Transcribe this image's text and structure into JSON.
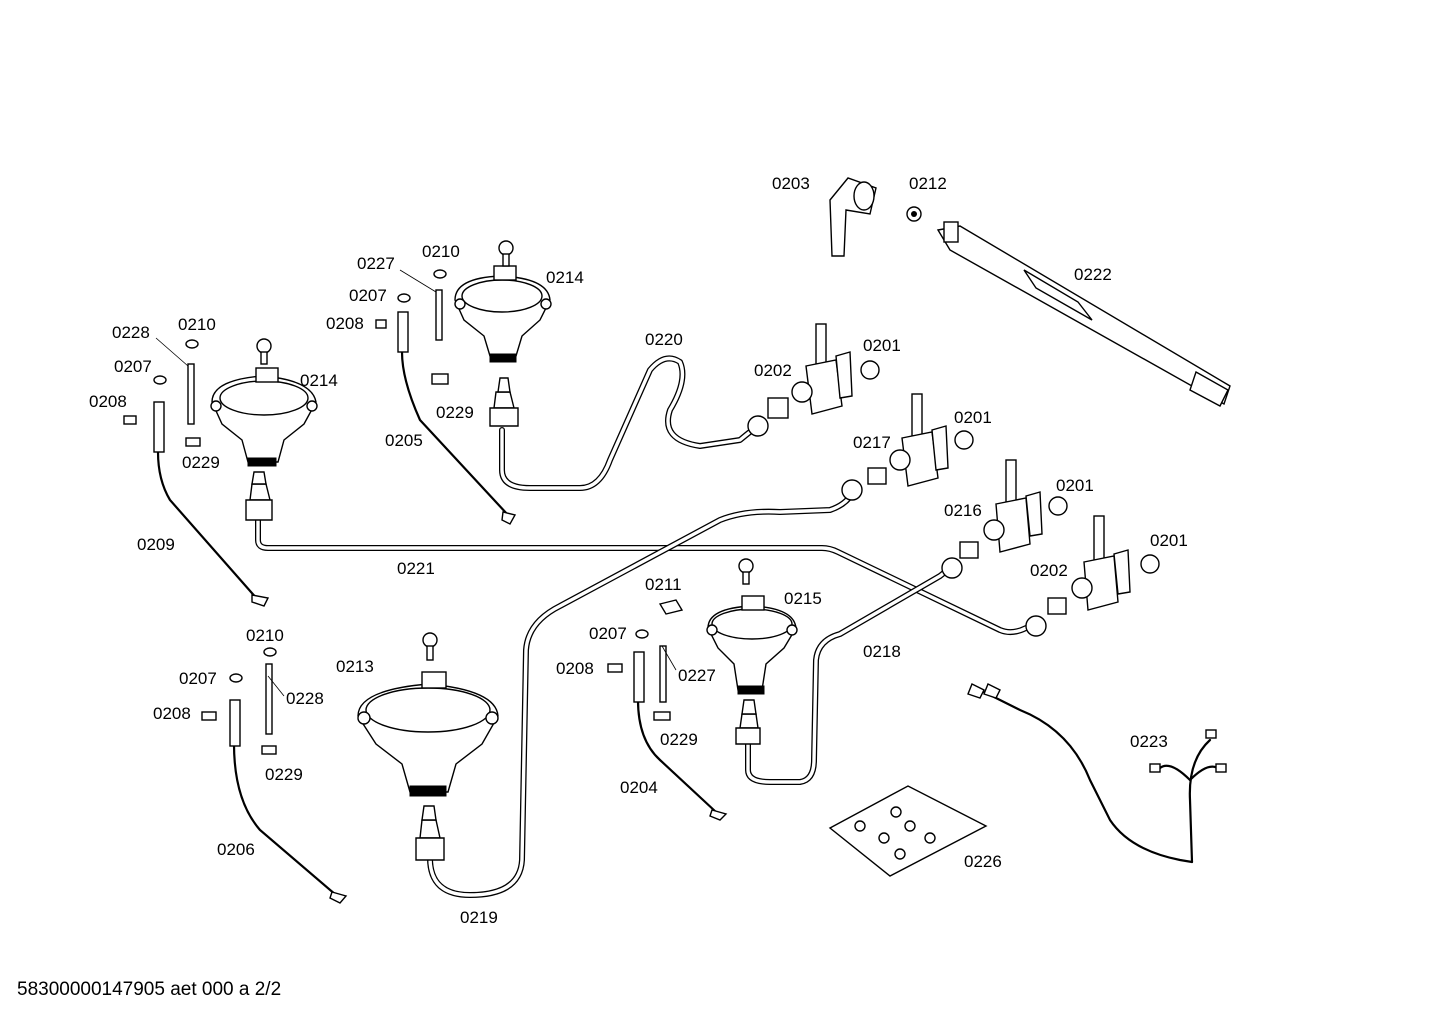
{
  "labels": {
    "l0203": "0203",
    "l0212": "0212",
    "l0222": "0222",
    "l0227a": "0227",
    "l0210a": "0210",
    "l0214a": "0214",
    "l0207a": "0207",
    "l0208a": "0208",
    "l0229a": "0229",
    "l0205": "0205",
    "l0220": "0220",
    "l0202a": "0202",
    "l0201a": "0201",
    "l0228a": "0228",
    "l0210b": "0210",
    "l0207b": "0207",
    "l0208b": "0208",
    "l0214b": "0214",
    "l0229b": "0229",
    "l0209": "0209",
    "l0217": "0217",
    "l0201b": "0201",
    "l0201c": "0201",
    "l0216": "0216",
    "l0201d": "0201",
    "l0202b": "0202",
    "l0221": "0221",
    "l0211": "0211",
    "l0215": "0215",
    "l0207c": "0207",
    "l0208c": "0208",
    "l0227b": "0227",
    "l0229c": "0229",
    "l0204": "0204",
    "l0218": "0218",
    "l0210c": "0210",
    "l0207d": "0207",
    "l0228b": "0228",
    "l0208d": "0208",
    "l0229d": "0229",
    "l0213": "0213",
    "l0206": "0206",
    "l0219": "0219",
    "l0223": "0223",
    "l0226": "0226"
  },
  "footer": "58300000147905 aet 000 a 2/2"
}
